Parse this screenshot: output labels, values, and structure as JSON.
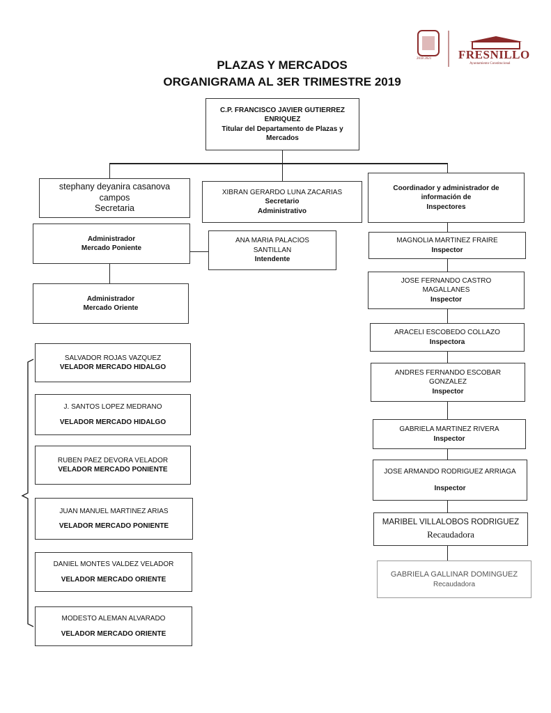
{
  "header": {
    "title_line1": "PLAZAS Y MERCADOS",
    "title_line2": "ORGANIGRAMA AL 3ER TRIMESTRE 2019",
    "logo_right": "FRESNILLO",
    "logo_right_sub": "Ayuntamiento Constitucional",
    "logo_left_sub": "2018 2021"
  },
  "nodes": {
    "head": {
      "name1": "C.P. FRANCISCO JAVIER GUTIERREZ",
      "name2": "ENRIQUEZ",
      "role1": "Titular del Departamento de Plazas y",
      "role2": "Mercados"
    },
    "secretaria": {
      "name1": "stephany deyanira casanova",
      "name2": "campos",
      "role": "Secretaria"
    },
    "secretario": {
      "name": "XIBRAN GERARDO LUNA ZACARIAS",
      "role1": "Secretario",
      "role2": "Administrativo"
    },
    "coordinador": {
      "line1": "Coordinador y administrador de",
      "line2": "información de",
      "line3": "Inspectores"
    },
    "adm_poniente": {
      "line1": "Administrador",
      "line2": "Mercado Poniente"
    },
    "intendente": {
      "name1": "ANA MARIA PALACIOS",
      "name2": "SANTILLAN",
      "role": "Intendente"
    },
    "adm_oriente": {
      "line1": "Administrador",
      "line2": "Mercado Oriente"
    },
    "veladores": [
      {
        "name": "SALVADOR ROJAS VAZQUEZ",
        "role": "VELADOR MERCADO HIDALGO"
      },
      {
        "name": "J. SANTOS LOPEZ MEDRANO",
        "role": "VELADOR MERCADO HIDALGO"
      },
      {
        "name": "RUBEN PAEZ DEVORA VELADOR",
        "role": "VELADOR MERCADO PONIENTE"
      },
      {
        "name": "JUAN MANUEL MARTINEZ ARIAS",
        "role": "VELADOR MERCADO PONIENTE"
      },
      {
        "name": "DANIEL MONTES VALDEZ VELADOR",
        "role": "VELADOR MERCADO ORIENTE"
      },
      {
        "name": "MODESTO ALEMAN ALVARADO",
        "role": "VELADOR MERCADO ORIENTE"
      }
    ],
    "inspectores": [
      {
        "name1": "MAGNOLIA MARTINEZ FRAIRE",
        "name2": "",
        "role": "Inspector"
      },
      {
        "name1": "JOSE FERNANDO CASTRO",
        "name2": "MAGALLANES",
        "role": "Inspector"
      },
      {
        "name1": "ARACELI ESCOBEDO COLLAZO",
        "name2": "",
        "role": "Inspectora"
      },
      {
        "name1": "ANDRES FERNANDO ESCOBAR",
        "name2": "GONZALEZ",
        "role": "Inspector"
      },
      {
        "name1": "GABRIELA MARTINEZ RIVERA",
        "name2": "",
        "role": "Inspector"
      },
      {
        "name1": "JOSE ARMANDO RODRIGUEZ ARRIAGA",
        "name2": "",
        "role": "Inspector"
      },
      {
        "name1": "MARIBEL VILLALOBOS RODRIGUEZ",
        "name2": "",
        "role": "Recaudadora"
      },
      {
        "name1": "GABRIELA GALLINAR DOMINGUEZ",
        "name2": "",
        "role": "Recaudadora"
      }
    ]
  },
  "colors": {
    "logo": "#8b2a2a",
    "border": "#333333"
  }
}
